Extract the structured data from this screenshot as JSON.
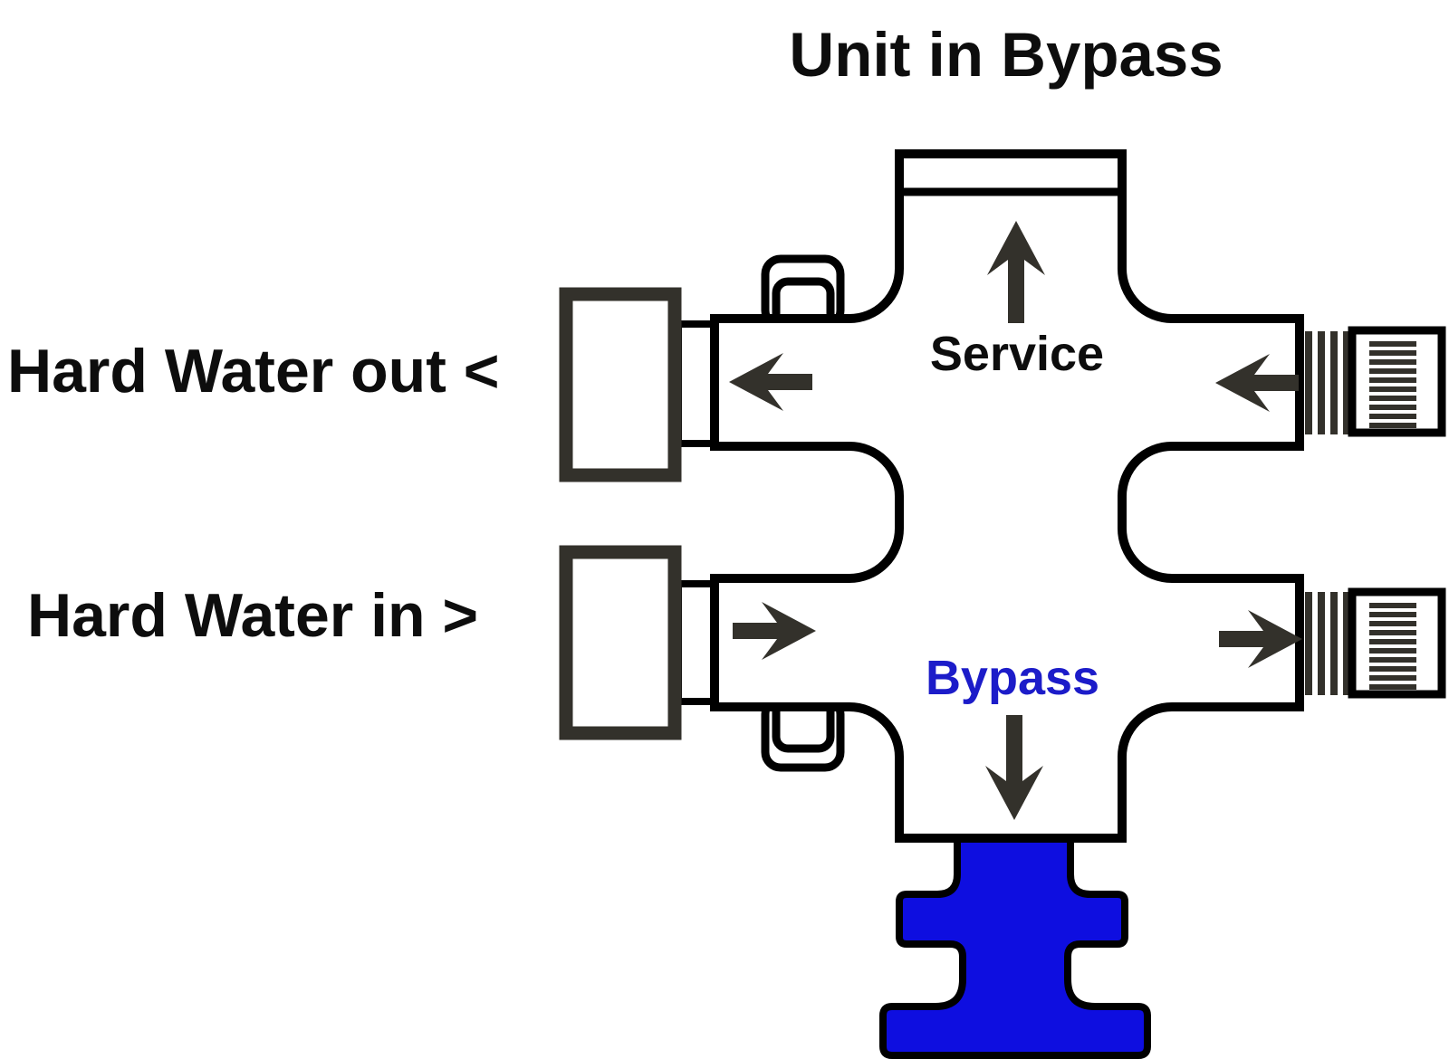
{
  "title": "Unit in Bypass",
  "labels": {
    "hard_water_out": "Hard Water out <",
    "hard_water_in": "Hard Water in >",
    "service": "Service",
    "bypass": "Bypass"
  },
  "arrows": {
    "service_direction": "up",
    "bypass_direction": "down",
    "hard_water_out_flow": "left",
    "hard_water_in_flow": "right",
    "outlet_port_flow": "left",
    "inlet_port_flow": "right"
  },
  "colors": {
    "background": "#ffffff",
    "outline": "#000000",
    "dark": "#33312b",
    "handle_blue": "#0e0ee0",
    "bypass_text_blue": "#1c1cc9",
    "label_text": "#0d0d0d"
  }
}
